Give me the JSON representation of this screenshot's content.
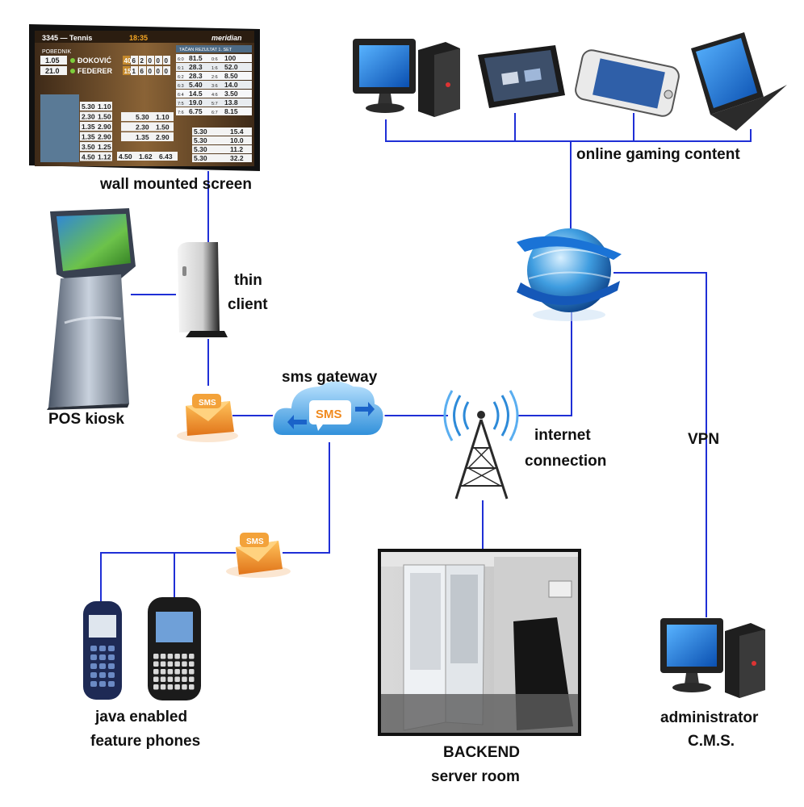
{
  "labels": {
    "wall_screen": "wall mounted  screen",
    "thin_client_1": "thin",
    "thin_client_2": "client",
    "pos_kiosk": "POS kiosk",
    "sms_gateway": "sms gateway",
    "online_gaming": "online gaming content",
    "internet_1": "internet",
    "internet_2": "connection",
    "vpn": "VPN",
    "phones_1": "java enabled",
    "phones_2": "feature phones",
    "backend_1": "BACKEND",
    "backend_2": "server room",
    "admin_1": "administrator",
    "admin_2": "C.M.S."
  },
  "screen": {
    "event": "3345 — Tennis",
    "time": "18:35",
    "brand": "meridian",
    "winner_hdr": "POBEDNIK",
    "odd1": "1.05",
    "odd2": "21.0",
    "player1": "ĐOKOVIĆ",
    "player2": "FEDERER",
    "score1": [
      "40",
      "6",
      "2",
      "0",
      "0",
      "0"
    ],
    "score2": [
      "15",
      "1",
      "6",
      "0",
      "0",
      "0"
    ],
    "right_hdr": "TAČAN REZULTAT 1. SET",
    "right_rows": [
      [
        "6:0",
        "81.5",
        "0:6",
        "100"
      ],
      [
        "6:1",
        "28.3",
        "1:6",
        "52.0"
      ],
      [
        "6:2",
        "28.3",
        "2:6",
        "8.50"
      ],
      [
        "6:3",
        "5.40",
        "3:6",
        "14.0"
      ],
      [
        "6:4",
        "14.5",
        "4:6",
        "3.50"
      ],
      [
        "7:5",
        "19.0",
        "5:7",
        "13.8"
      ],
      [
        "7:6",
        "6.75",
        "6:7",
        "8.15"
      ]
    ],
    "left_rows": [
      [
        "5.30",
        "1.10"
      ],
      [
        "2.30",
        "1.50"
      ],
      [
        "1.35",
        "2.90"
      ],
      [
        "1.35",
        "2.90"
      ],
      [
        "3.50",
        "1.25"
      ],
      [
        "4.50",
        "1.12"
      ]
    ],
    "mid_rows": [
      [
        "5.30",
        "1.10"
      ],
      [
        "2.30",
        "1.50"
      ],
      [
        "1.35",
        "2.90"
      ]
    ],
    "mid_bottom": [
      "4.50",
      "1.62",
      "6.43"
    ],
    "right_bottom": [
      "5.30",
      "15.4",
      "5.30",
      "10.0",
      "5.30",
      "11.2",
      "5.30",
      "32.2"
    ]
  },
  "sms_icon_text": "SMS",
  "colors": {
    "line": "#1f2fd6",
    "sms_orange": "#f08a1e",
    "cloud_blue": "#3a9be0",
    "screen_bg": "#6b4a2a"
  }
}
